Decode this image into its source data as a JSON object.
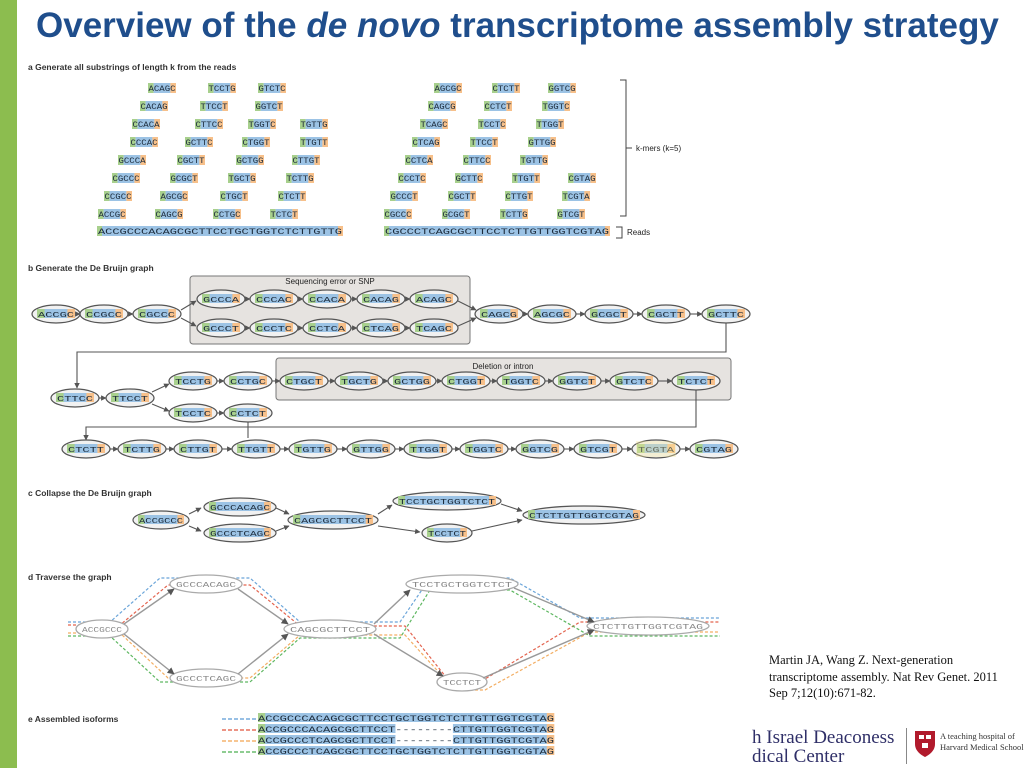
{
  "slide": {
    "title_pre": "Overview of the ",
    "title_em": "de novo",
    "title_post": " transcriptome assembly strategy",
    "citation": "Martin JA, Wang Z. Next-generation transcriptome assembly. Nat Rev Genet. 2011 Sep 7;12(10):671-82.",
    "logo_main_line1": "h Israel Deaconess",
    "logo_main_line2": "dical Center",
    "logo_sub_line1": "A teaching hospital of",
    "logo_sub_line2": "Harvard Medical School"
  },
  "colors": {
    "accent_green": "#8cbd4f",
    "title_blue": "#1f4e8c",
    "kmer_green": "#a8d08d",
    "kmer_blue": "#9cc3e5",
    "kmer_orange": "#f7c08a",
    "isoform_blue": "#5b9bd5",
    "isoform_red": "#e0533c",
    "isoform_orange": "#f2a552",
    "isoform_green": "#4caf50",
    "highlight": "#f7e89a"
  },
  "panel_a": {
    "heading": "a  Generate all substrings of length k from the reads",
    "left_kmers": [
      [
        "ACAGC",
        "TCCTG",
        "GTCTC"
      ],
      [
        "CACAG",
        "TTCCT",
        "GGTCT"
      ],
      [
        "CCACA",
        "CTTCC",
        "TGGTC",
        "TGTTG"
      ],
      [
        "CCCAC",
        "GCTTC",
        "CTGGT",
        "TTGTT"
      ],
      [
        "GCCCA",
        "CGCTT",
        "GCTGG",
        "CTTGT"
      ],
      [
        "CGCCC",
        "GCGCT",
        "TGCTG",
        "TCTTG"
      ],
      [
        "CCGCC",
        "AGCGC",
        "CTGCT",
        "CTCTT"
      ],
      [
        "ACCGC",
        "CAGCG",
        "CCTGC",
        "TCTCT"
      ]
    ],
    "right_kmers": [
      [
        "AGCGC",
        "CTCTT",
        "GGTCG"
      ],
      [
        "CAGCG",
        "CCTCT",
        "TGGTC"
      ],
      [
        "TCAGC",
        "TCCTC",
        "TTGGT"
      ],
      [
        "CTCAG",
        "TTCCT",
        "GTTGG"
      ],
      [
        "CCTCA",
        "CTTCC",
        "TGTTG"
      ],
      [
        "CCCTC",
        "GCTTC",
        "TTGTT",
        "CGTAG"
      ],
      [
        "GCCCT",
        "CGCTT",
        "CTTGT",
        "TCGTA"
      ],
      [
        "CGCCC",
        "GCGCT",
        "TCTTG",
        "GTCGT"
      ]
    ],
    "read_left": "ACCGCCCACAGCGCTTCCTGCTGGTCTCTTGTTG",
    "read_right": "CGCCCTCAGCGCTTCCTCTTGTTGGTCGTAG",
    "kmers_label": "k-mers (k=5)",
    "reads_label": "Reads"
  },
  "panel_b": {
    "heading": "b  Generate the De Bruijn graph",
    "box1_label": "Sequencing error or SNP",
    "box2_label": "Deletion or intron",
    "row1_start": [
      "ACCGC",
      "CCGCC",
      "CGCCC"
    ],
    "row1_top": [
      "GCCCA",
      "CCCAC",
      "CCACA",
      "CACAG",
      "ACAGC"
    ],
    "row1_bottom": [
      "GCCCT",
      "CCCTC",
      "CCTCA",
      "CTCAG",
      "TCAGC"
    ],
    "row1_end": [
      "CAGCG",
      "AGCGC",
      "GCGCT",
      "CGCTT",
      "GCTTC"
    ],
    "row2_start": [
      "CTTCC",
      "TTCCT"
    ],
    "row2_top": [
      "TCCTG",
      "CCTGC"
    ],
    "row2_bottom": [
      "TCCTC",
      "CCTCT"
    ],
    "row2_box": [
      "CTGCT",
      "TGCTG",
      "GCTGG",
      "CTGGT",
      "TGGTC",
      "GGTCT",
      "GTCTC",
      "TCTCT"
    ],
    "row3": [
      "CTCTT",
      "TCTTG",
      "CTTGT",
      "TTGTT",
      "TGTTG",
      "GTTGG",
      "TTGGT",
      "TGGTC",
      "GGTCG",
      "GTCGT",
      "TCGTA",
      "CGTAG"
    ]
  },
  "panel_c": {
    "heading": "c  Collapse the De Bruijn graph",
    "nodes": [
      "ACCGCCC",
      "GCCCACAGC",
      "GCCCTCAGC",
      "CAGCGCTTCCT",
      "TCCTGCTGGTCTCT",
      "TCCTCT",
      "CTCTTGTTGGTCGTAG"
    ]
  },
  "panel_d": {
    "heading": "d  Traverse the graph",
    "nodes": [
      "ACCGCCC",
      "GCCCACAGC",
      "GCCCTCAGC",
      "CAGCGCTTCCT",
      "TCCTGCTGGTCTCT",
      "TCCTCT",
      "CTCTTGTTGGTCGTAG"
    ]
  },
  "panel_e": {
    "heading": "e  Assembled isoforms",
    "isoforms": [
      "ACCGCCCACAGCGCTTCCTGCTGGTCTCTTGTTGGTCGTAG",
      "ACCGCCCACAGCGCTTCCT--------CTTGTTGGTCGTAG",
      "ACCGCCCTCAGCGCTTCCT--------CTTGTTGGTCGTAG",
      "ACCGCCCTCAGCGCTTCCTGCTGGTCTCTTGTTGGTCGTAG"
    ]
  }
}
